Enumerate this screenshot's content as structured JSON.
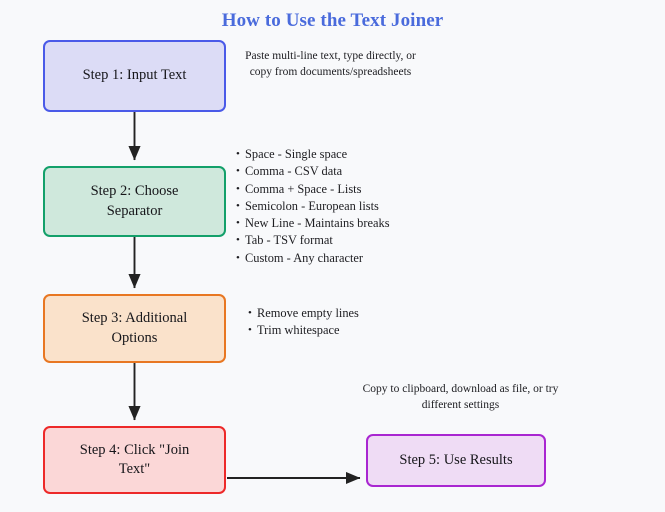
{
  "page": {
    "title": "How to Use the Text Joiner",
    "background_color": "#f8f9fb",
    "title_color": "#4a6bdc"
  },
  "flow": {
    "nodes": [
      {
        "id": "step-1",
        "label": "Step 1: Input Text",
        "fill": "#dcdcf6",
        "border": "#4a5ae8"
      },
      {
        "id": "step-2",
        "label": "Step 2: Choose\nSeparator",
        "fill": "#cfe8dc",
        "border": "#13a06a"
      },
      {
        "id": "step-3",
        "label": "Step 3: Additional\nOptions",
        "fill": "#fae2cb",
        "border": "#e87722"
      },
      {
        "id": "step-4",
        "label": "Step 4: Click \"Join\nText\"",
        "fill": "#fbd7d7",
        "border": "#ed2929"
      },
      {
        "id": "step-5",
        "label": "Step 5: Use Results",
        "fill": "#efdcf5",
        "border": "#a926d1"
      }
    ],
    "arrow_color": "#222222"
  },
  "annotations": {
    "input": "Paste multi-line text, type directly, or copy from documents/spreadsheets",
    "results": "Copy to clipboard, download as file, or try different settings"
  },
  "separator_options": [
    "Space - Single space",
    "Comma - CSV data",
    "Comma + Space - Lists",
    "Semicolon - European lists",
    "New Line - Maintains breaks",
    "Tab - TSV format",
    "Custom - Any character"
  ],
  "additional_options": [
    "Remove empty lines",
    "Trim whitespace"
  ]
}
